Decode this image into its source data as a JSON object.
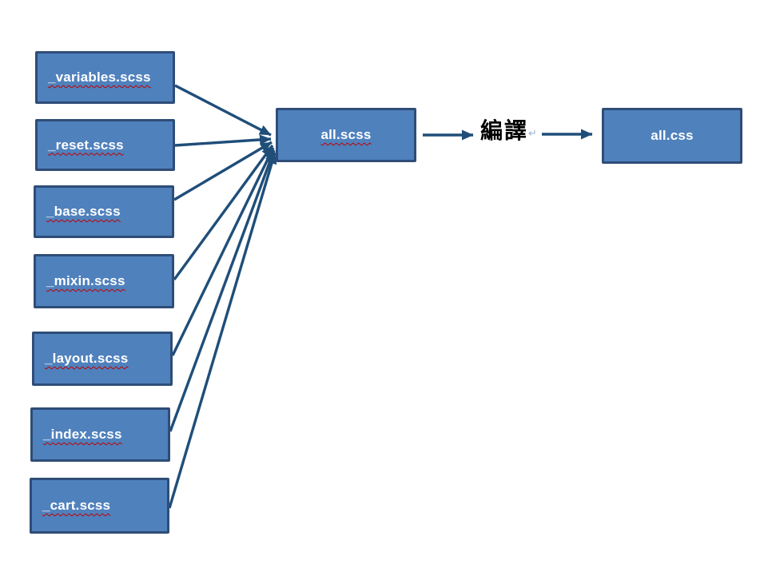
{
  "colors": {
    "box_fill": "#4f81bd",
    "box_border": "#2e4d77",
    "arrow": "#1f4e79",
    "label_text": "#ffffff",
    "squiggle": "#c00000",
    "compile_text": "#000000",
    "return_mark": "#9db3cf"
  },
  "diagram": {
    "source_files": [
      {
        "label": "_variables.scss"
      },
      {
        "label": "_reset.scss"
      },
      {
        "label": "_base.scss"
      },
      {
        "label": "_mixin.scss"
      },
      {
        "label": "_layout.scss"
      },
      {
        "label": "_index.scss"
      },
      {
        "label": "_cart.scss"
      }
    ],
    "main_file": {
      "label": "all.scss"
    },
    "output_file": {
      "label": "all.css"
    },
    "compile_step": {
      "label": "編譯",
      "return_mark": "↵"
    }
  }
}
